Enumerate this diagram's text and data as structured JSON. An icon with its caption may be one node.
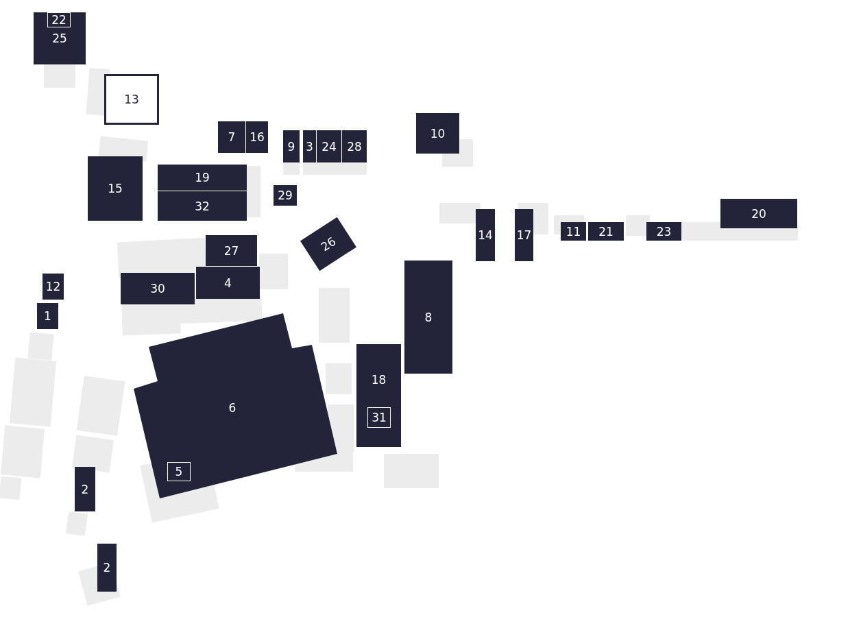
{
  "diagram": {
    "nodes": [
      {
        "text": [
          "25"
        ]
      },
      {
        "text": [
          "22"
        ],
        "in": 0
      },
      {
        "text": [
          "13"
        ]
      },
      {
        "text": [
          "7"
        ]
      },
      {
        "text": [
          "16"
        ]
      },
      {
        "text": [
          "9"
        ]
      },
      {
        "text": [
          "3"
        ]
      },
      {
        "text": [
          "24"
        ]
      },
      {
        "text": [
          "28"
        ]
      },
      {
        "text": [
          "10"
        ]
      },
      {
        "text": [
          "15"
        ]
      },
      {
        "text": [
          "19"
        ]
      },
      {
        "text": [
          "32"
        ]
      },
      {
        "text": [
          "29"
        ]
      },
      {
        "text": [
          "20"
        ]
      },
      {
        "text": [
          "14"
        ]
      },
      {
        "text": [
          "17"
        ]
      },
      {
        "text": [
          "11"
        ]
      },
      {
        "text": [
          "21"
        ]
      },
      {
        "text": [
          "23"
        ]
      },
      {
        "text": [
          "26"
        ]
      },
      {
        "text": [
          "27"
        ]
      },
      {
        "text": [
          "12"
        ]
      },
      {
        "text": [
          "30"
        ]
      },
      {
        "text": [
          "4"
        ]
      },
      {
        "text": [
          "8"
        ]
      },
      {
        "text": [
          "1"
        ]
      },
      {
        "text": [
          "6"
        ]
      },
      {
        "text": [
          "18"
        ]
      },
      {
        "text": [
          "31"
        ],
        "in": 28
      },
      {
        "text": [
          "5"
        ],
        "in": 27
      },
      {
        "text": [
          "2"
        ]
      },
      {
        "text": [
          "2"
        ]
      }
    ]
  }
}
